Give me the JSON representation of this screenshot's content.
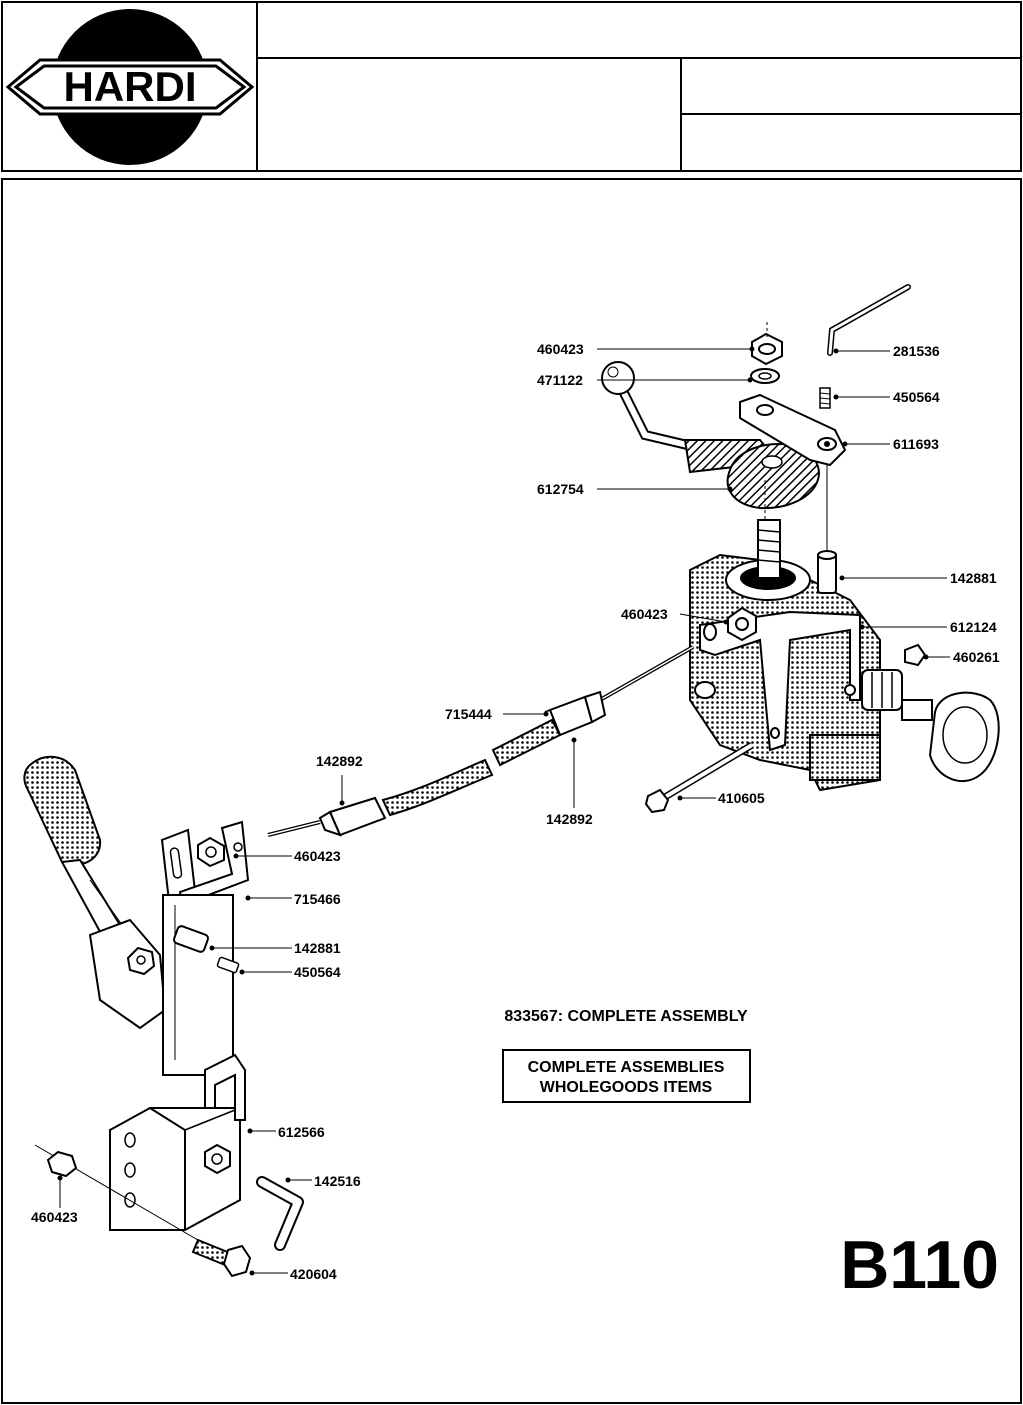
{
  "brand": {
    "name": "HARDI"
  },
  "sheet": {
    "code": "B110",
    "assembly_note": "833567: COMPLETE ASSEMBLY",
    "box_line1": "COMPLETE ASSEMBLIES",
    "box_line2": "WHOLEGOODS ITEMS"
  },
  "parts": [
    {
      "number": "460423",
      "side": "left"
    },
    {
      "number": "471122",
      "side": "left"
    },
    {
      "number": "281536",
      "side": "right"
    },
    {
      "number": "450564",
      "side": "right"
    },
    {
      "number": "611693",
      "side": "right"
    },
    {
      "number": "612754",
      "side": "left"
    },
    {
      "number": "142881",
      "side": "right"
    },
    {
      "number": "460423",
      "side": "left"
    },
    {
      "number": "612124",
      "side": "right"
    },
    {
      "number": "460261",
      "side": "right"
    },
    {
      "number": "715444",
      "side": "left"
    },
    {
      "number": "142892",
      "side": "above"
    },
    {
      "number": "142892",
      "side": "below"
    },
    {
      "number": "410605",
      "side": "right"
    },
    {
      "number": "460423",
      "side": "right"
    },
    {
      "number": "715466",
      "side": "right"
    },
    {
      "number": "142881",
      "side": "right"
    },
    {
      "number": "450564",
      "side": "right"
    },
    {
      "number": "612566",
      "side": "right"
    },
    {
      "number": "142516",
      "side": "right"
    },
    {
      "number": "460423",
      "side": "below"
    },
    {
      "number": "420604",
      "side": "right"
    }
  ]
}
